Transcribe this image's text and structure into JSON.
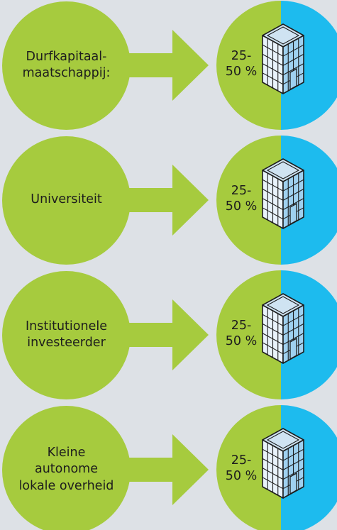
{
  "colors": {
    "background": "#dde1e6",
    "green": "#a6cb3e",
    "blue": "#1dbbee",
    "outline": "#1d1d1d",
    "building_top": "#cfe3f2",
    "building_left": "#e9f3fb",
    "building_right": "#9fd0ef"
  },
  "rows": [
    {
      "entity": "Durfkapitaal-\nmaatschappij:",
      "share": "25-\n50 %",
      "arrow_icon": "arrow-right-icon",
      "building_icon": "building-icon"
    },
    {
      "entity": "Universiteit",
      "share": "25-\n50 %",
      "arrow_icon": "arrow-right-icon",
      "building_icon": "building-icon"
    },
    {
      "entity": "Institutionele\ninvesteerder",
      "share": "25-\n50 %",
      "arrow_icon": "arrow-right-icon",
      "building_icon": "building-icon"
    },
    {
      "entity": "Kleine\nautonome\nlokale overheid",
      "share": "25-\n50 %",
      "arrow_icon": "arrow-right-icon",
      "building_icon": "building-icon"
    }
  ]
}
